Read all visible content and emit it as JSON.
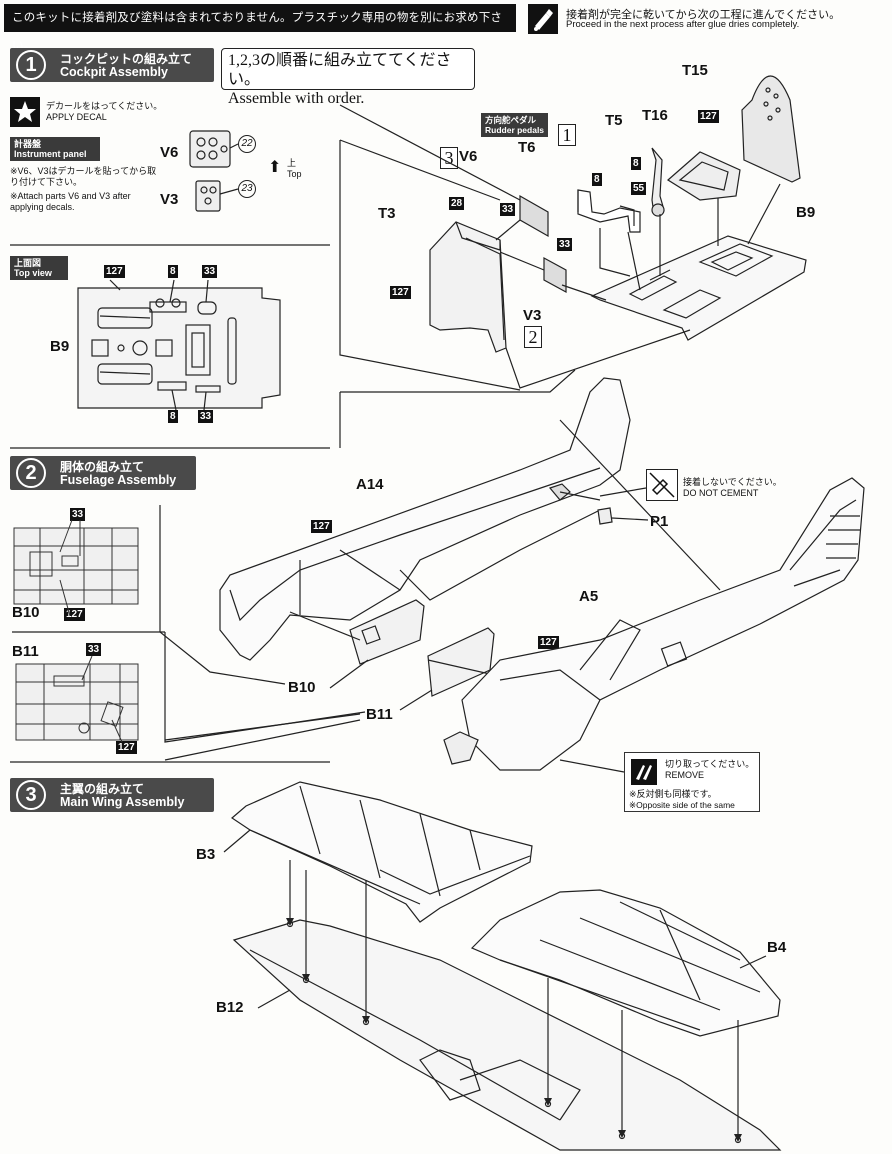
{
  "header": {
    "notice_ja": "このキットに接着剤及び塗料は含まれておりません。プラスチック専用の物を別にお求め下さい。",
    "glue_ja": "接着剤が完全に乾いてから次の工程に進んでください。",
    "glue_en": "Proceed in the next process after glue dries completely."
  },
  "step1": {
    "number": "1",
    "title_ja": "コックピットの組み立て",
    "title_en": "Cockpit Assembly",
    "order_ja": "1,2,3の順番に組み立ててください。",
    "order_en": "Assemble with order.",
    "decal_ja": "デカールをはってください。",
    "decal_en": "APPLY DECAL",
    "panel_tag_ja": "計器盤",
    "panel_tag_en": "Instrument panel",
    "note_ja": "※V6、V3はデカールを貼ってから取り付けて下さい。",
    "note_en": "※Attach parts V6 and V3 after applying decals.",
    "top_ja": "上",
    "top_en": "Top",
    "topview_ja": "上面図",
    "topview_en": "Top view",
    "rudder_ja": "方向舵ペダル",
    "rudder_en": "Rudder pedals",
    "order_marks": [
      "1",
      "2",
      "3"
    ],
    "parts": [
      "V6",
      "V3",
      "B9",
      "T3",
      "T5",
      "T6",
      "T15",
      "T16",
      "V6",
      "V3",
      "B9"
    ],
    "decals": [
      "22",
      "23"
    ],
    "paints": [
      "127",
      "8",
      "33",
      "8",
      "33",
      "28",
      "33",
      "127",
      "8",
      "55",
      "33",
      "127"
    ]
  },
  "step2": {
    "number": "2",
    "title_ja": "胴体の組み立て",
    "title_en": "Fuselage Assembly",
    "no_cement_ja": "接着しないでください。",
    "no_cement_en": "DO NOT CEMENT",
    "remove_ja": "切り取ってください。",
    "remove_en": "REMOVE",
    "opposite_ja": "※反対側も同様です。",
    "opposite_en": "※Opposite side of the same",
    "parts": [
      "A14",
      "P1",
      "A5",
      "B10",
      "B11",
      "B10",
      "B11"
    ],
    "paints": [
      "33",
      "127",
      "33",
      "127",
      "127",
      "127"
    ]
  },
  "step3": {
    "number": "3",
    "title_ja": "主翼の組み立て",
    "title_en": "Main Wing Assembly",
    "parts": [
      "B3",
      "B4",
      "B12"
    ]
  }
}
